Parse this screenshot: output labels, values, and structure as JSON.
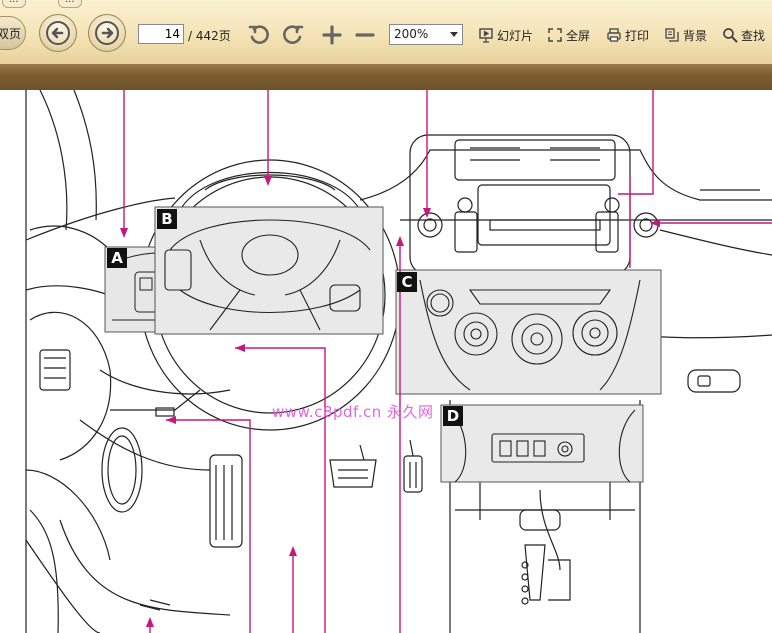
{
  "window": {
    "tabs": [
      "...",
      "..."
    ]
  },
  "toolbar": {
    "left_button_label": "双页",
    "back_icon": "arrow-left-icon",
    "forward_icon": "arrow-right-icon",
    "page_number": "14",
    "page_total": "/ 442页",
    "rotate_left_icon": "rotate-ccw-icon",
    "rotate_right_icon": "rotate-cw-icon",
    "zoom_in_icon": "plus-icon",
    "zoom_out_icon": "minus-icon",
    "zoom_value": "200%",
    "slideshow_label": "幻灯片",
    "fullscreen_label": "全屏",
    "print_label": "打印",
    "background_label": "背景",
    "find_label": "查找"
  },
  "document": {
    "callouts": [
      "A",
      "B",
      "C",
      "D"
    ],
    "watermark": "www.c8pdf.cn 永久网",
    "accent_color": "#c2187f"
  }
}
